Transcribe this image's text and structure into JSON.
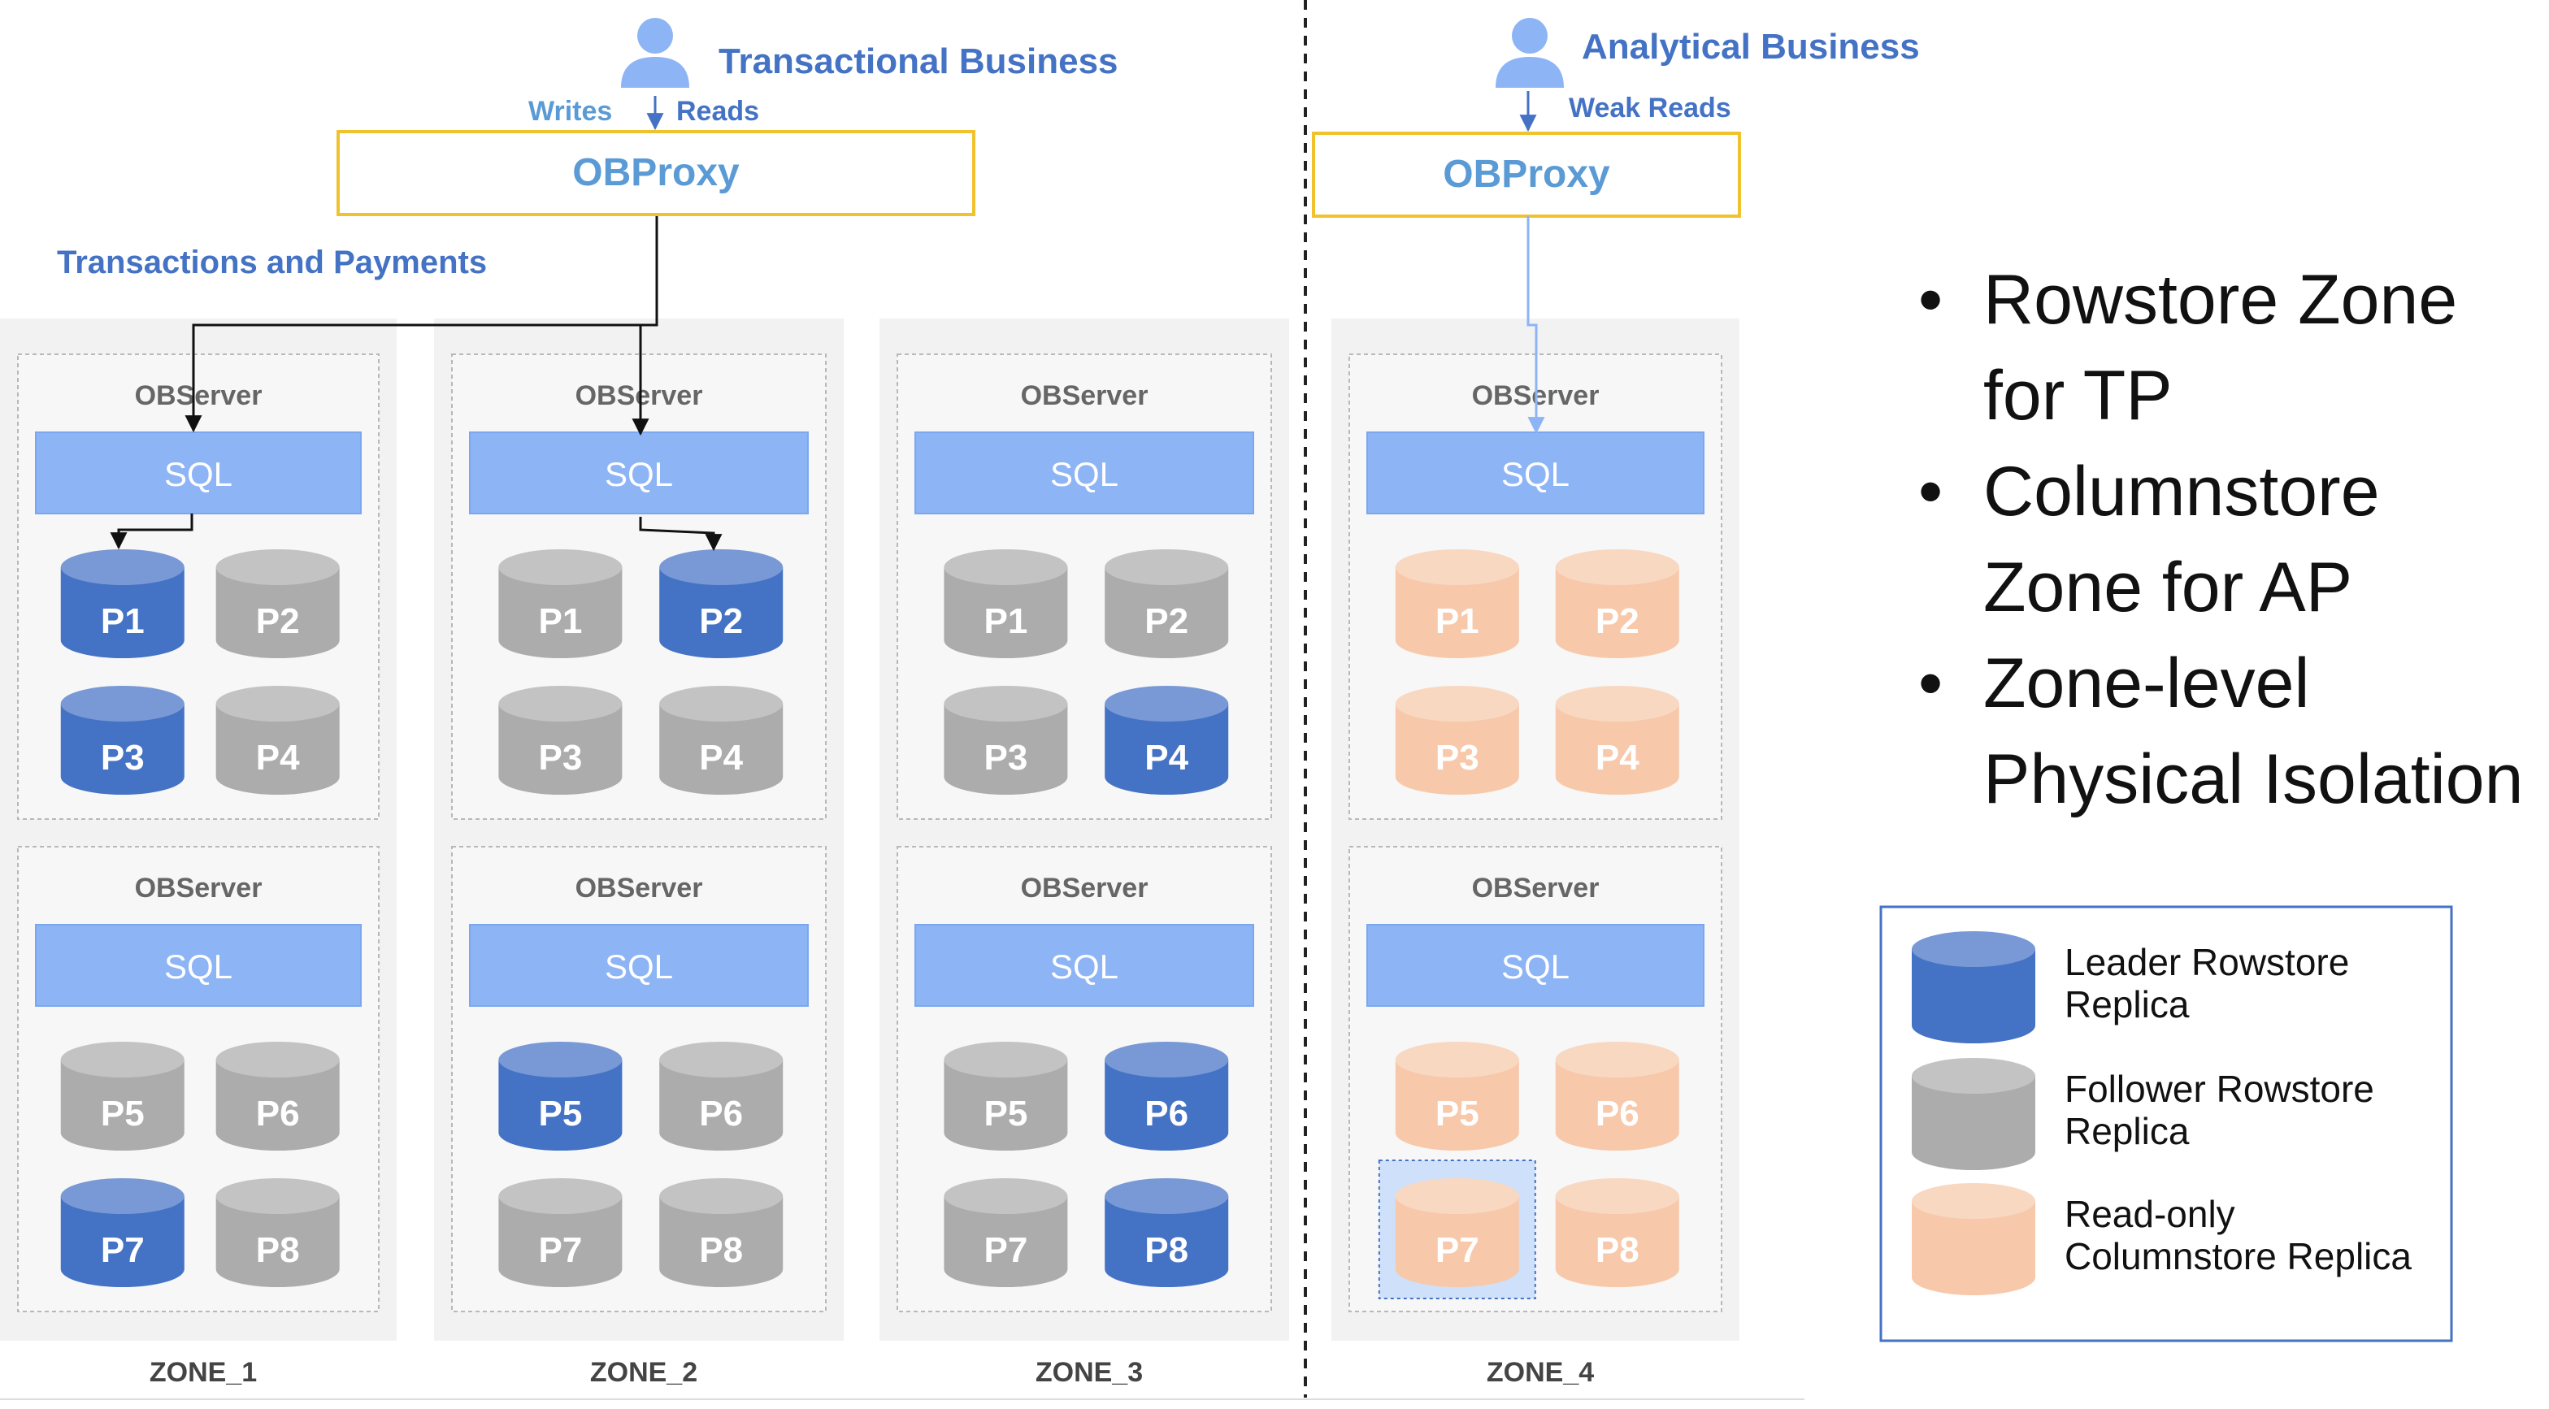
{
  "colors": {
    "leader": "#4472C4",
    "follower": "#ACACAC",
    "columnstore": "#F7C9AA",
    "sql": "#8DB4F5",
    "proxy_border": "#F0C22E",
    "blue_text": "#4472C4",
    "zone_bg": "#F2F2F2"
  },
  "tp": {
    "title": "Transactional Business",
    "writes": "Writes",
    "reads": "Reads",
    "proxy": "OBProxy",
    "note": "Transactions and Payments"
  },
  "ap": {
    "title": "Analytical Business",
    "weak_reads": "Weak Reads",
    "proxy": "OBProxy"
  },
  "labels": {
    "observer": "OBServer",
    "sql": "SQL"
  },
  "zones": [
    {
      "name": "ZONE_1",
      "servers": [
        {
          "parts": [
            {
              "label": "P1",
              "type": "leader"
            },
            {
              "label": "P2",
              "type": "follower"
            },
            {
              "label": "P3",
              "type": "leader"
            },
            {
              "label": "P4",
              "type": "follower"
            }
          ]
        },
        {
          "parts": [
            {
              "label": "P5",
              "type": "follower"
            },
            {
              "label": "P6",
              "type": "follower"
            },
            {
              "label": "P7",
              "type": "leader"
            },
            {
              "label": "P8",
              "type": "follower"
            }
          ]
        }
      ]
    },
    {
      "name": "ZONE_2",
      "servers": [
        {
          "parts": [
            {
              "label": "P1",
              "type": "follower"
            },
            {
              "label": "P2",
              "type": "leader"
            },
            {
              "label": "P3",
              "type": "follower"
            },
            {
              "label": "P4",
              "type": "follower"
            }
          ]
        },
        {
          "parts": [
            {
              "label": "P5",
              "type": "leader"
            },
            {
              "label": "P6",
              "type": "follower"
            },
            {
              "label": "P7",
              "type": "follower"
            },
            {
              "label": "P8",
              "type": "follower"
            }
          ]
        }
      ]
    },
    {
      "name": "ZONE_3",
      "servers": [
        {
          "parts": [
            {
              "label": "P1",
              "type": "follower"
            },
            {
              "label": "P2",
              "type": "follower"
            },
            {
              "label": "P3",
              "type": "follower"
            },
            {
              "label": "P4",
              "type": "leader"
            }
          ]
        },
        {
          "parts": [
            {
              "label": "P5",
              "type": "follower"
            },
            {
              "label": "P6",
              "type": "leader"
            },
            {
              "label": "P7",
              "type": "follower"
            },
            {
              "label": "P8",
              "type": "leader"
            }
          ]
        }
      ]
    },
    {
      "name": "ZONE_4",
      "servers": [
        {
          "parts": [
            {
              "label": "P1",
              "type": "columnstore"
            },
            {
              "label": "P2",
              "type": "columnstore"
            },
            {
              "label": "P3",
              "type": "columnstore"
            },
            {
              "label": "P4",
              "type": "columnstore"
            }
          ]
        },
        {
          "parts": [
            {
              "label": "P5",
              "type": "columnstore"
            },
            {
              "label": "P6",
              "type": "columnstore"
            },
            {
              "label": "P7",
              "type": "columnstore"
            },
            {
              "label": "P8",
              "type": "columnstore"
            }
          ]
        }
      ]
    }
  ],
  "bullets": [
    "Rowstore Zone for TP",
    "Columnstore Zone for AP",
    "Zone-level Physical Isolation"
  ],
  "legend": [
    {
      "type": "leader",
      "lines": [
        "Leader Rowstore",
        "Replica"
      ]
    },
    {
      "type": "follower",
      "lines": [
        "Follower Rowstore",
        "Replica"
      ]
    },
    {
      "type": "columnstore",
      "lines": [
        "Read-only",
        "Columnstore Replica"
      ]
    }
  ]
}
